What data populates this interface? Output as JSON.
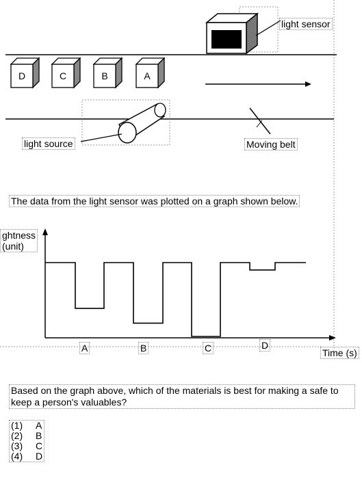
{
  "diagram": {
    "blocks": [
      "D",
      "C",
      "B",
      "A"
    ],
    "light_sensor_label": "light sensor",
    "light_source_label": "light source",
    "moving_belt_label": "Moving belt"
  },
  "caption": "The data from the light sensor was plotted on a graph shown below.",
  "chart_data": {
    "type": "line",
    "ylabel": "ghtness\n(unit)",
    "xlabel": "Time (s)",
    "categories": [
      "A",
      "B",
      "C",
      "D"
    ],
    "step_levels_relative": [
      1.0,
      0.38,
      1.0,
      0.18,
      1.0,
      0.0,
      1.0,
      0.9,
      1.0
    ],
    "grid": false
  },
  "question": {
    "text": "Based on the graph above, which of the materials is best for making a safe to keep a person's valuables?",
    "options": [
      {
        "num": "(1)",
        "val": "A"
      },
      {
        "num": "(2)",
        "val": "B"
      },
      {
        "num": "(3)",
        "val": "C"
      },
      {
        "num": "(4)",
        "val": "D"
      }
    ]
  }
}
